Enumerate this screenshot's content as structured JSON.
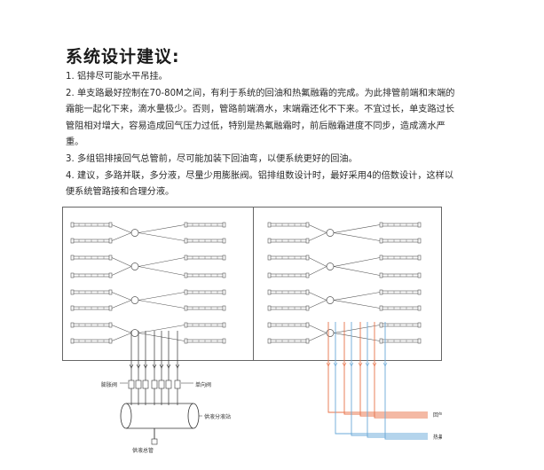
{
  "title": "系统设计建议:",
  "notes": [
    "1. 铝排尽可能水平吊挂。",
    "2. 单支路最好控制在70-80M之间，有利于系统的回油和热氟融霜的完成。为此排管前端和末端的霜能一起化下来，滴水量极少。否则，管路前端滴水，末端霜还化不下来。不宜过长，单支路过长管阻相对增大，容易造成回气压力过低，特别是热氟融霜时，前后融霜进度不同步，造成滴水严重。",
    "3. 多组铝排接回气总管前，尽可能加装下回油弯，以便系统更好的回油。",
    "4. 建议，多路并联，多分液，尽量少用膨胀阀。铝排组数设计时，最好采用4的倍数设计，这样以便系统管路接和合理分液。"
  ],
  "diagram": {
    "labels": {
      "expansion_valve": "膨胀阀",
      "check_valve": "单向阀",
      "liquid_manifold": "供液分液站",
      "liquid_main": "供液总管",
      "return_main": "回气总管",
      "hot_gas_main": "热氟总管"
    },
    "colors": {
      "pipe": "#555555",
      "return_line": "#e8734a",
      "hot_gas_line": "#6aa9d8",
      "liquid_line": "#333333"
    }
  }
}
